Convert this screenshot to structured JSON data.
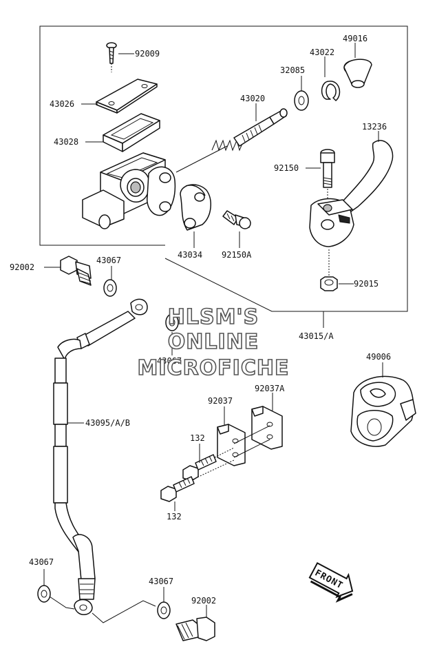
{
  "watermark": {
    "line1": "HLSM'S",
    "line2": "ONLINE",
    "line3": "MICROFICHE"
  },
  "front_badge": "FRONT",
  "labels": {
    "p92009": "92009",
    "p49016": "49016",
    "p43022": "43022",
    "p32085": "32085",
    "p43026": "43026",
    "p43020": "43020",
    "p13236": "13236",
    "p43028": "43028",
    "p92150": "92150",
    "p43034": "43034",
    "p92150A": "92150A",
    "p92002_top": "92002",
    "p43067_a": "43067",
    "p92015": "92015",
    "p43015A": "43015/A",
    "p43067_b": "43067",
    "p49006": "49006",
    "p92037": "92037",
    "p92037A": "92037A",
    "p43095": "43095/A/B",
    "p132_a": "132",
    "p132_b": "132",
    "p43067_c": "43067",
    "p43067_d": "43067",
    "p92002_bottom": "92002"
  }
}
